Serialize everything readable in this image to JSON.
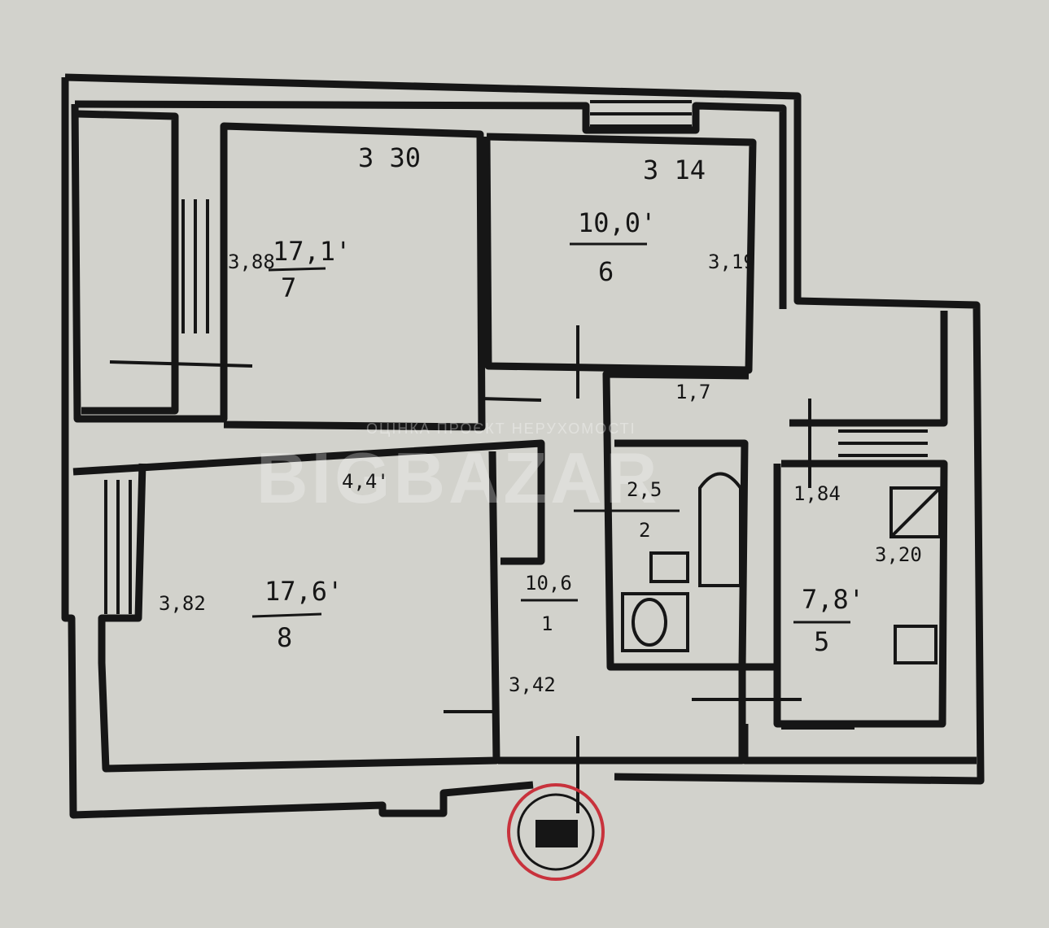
{
  "plan": {
    "rooms": [
      {
        "id": "room-7",
        "number": "7",
        "area": "17,1'",
        "extra": "3 30",
        "side": "3,88"
      },
      {
        "id": "room-6",
        "number": "6",
        "area": "10,0'",
        "extra": "3 14",
        "side": "3,19"
      },
      {
        "id": "room-8",
        "number": "8",
        "area": "17,6'",
        "side": "3,82"
      },
      {
        "id": "room-5",
        "number": "5",
        "area": "7,8'",
        "side": "3,20",
        "extra": "1,84"
      },
      {
        "id": "corridor-1",
        "number": "1",
        "area": "10,6",
        "side": "3,42"
      },
      {
        "id": "small-2",
        "number": "2",
        "area": "2,5",
        "extra": "1,7"
      },
      {
        "id": "hall",
        "area": "4,4'"
      }
    ],
    "watermark": {
      "main": "BIGBAZAR",
      "sub": "ОЦІНКА ПРОЄКТ НЕРУХОМОСТІ"
    },
    "colors": {
      "paper": "#d2d2cc",
      "wall": "#161616",
      "stamp": "#c8323c"
    }
  }
}
